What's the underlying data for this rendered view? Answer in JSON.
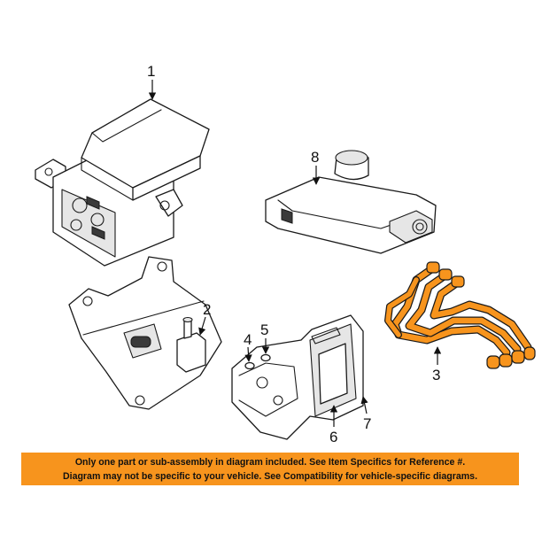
{
  "callouts": [
    "1",
    "2",
    "3",
    "4",
    "5",
    "6",
    "7",
    "8"
  ],
  "banner": {
    "line1": "Only one part or sub-assembly in diagram included. See Item Specifics for Reference #.",
    "line2": "Diagram may not be specific to your vehicle. See Compatibility for vehicle-specific diagrams.",
    "background_color": "#f7941d"
  },
  "highlight_color": "#f7941d"
}
